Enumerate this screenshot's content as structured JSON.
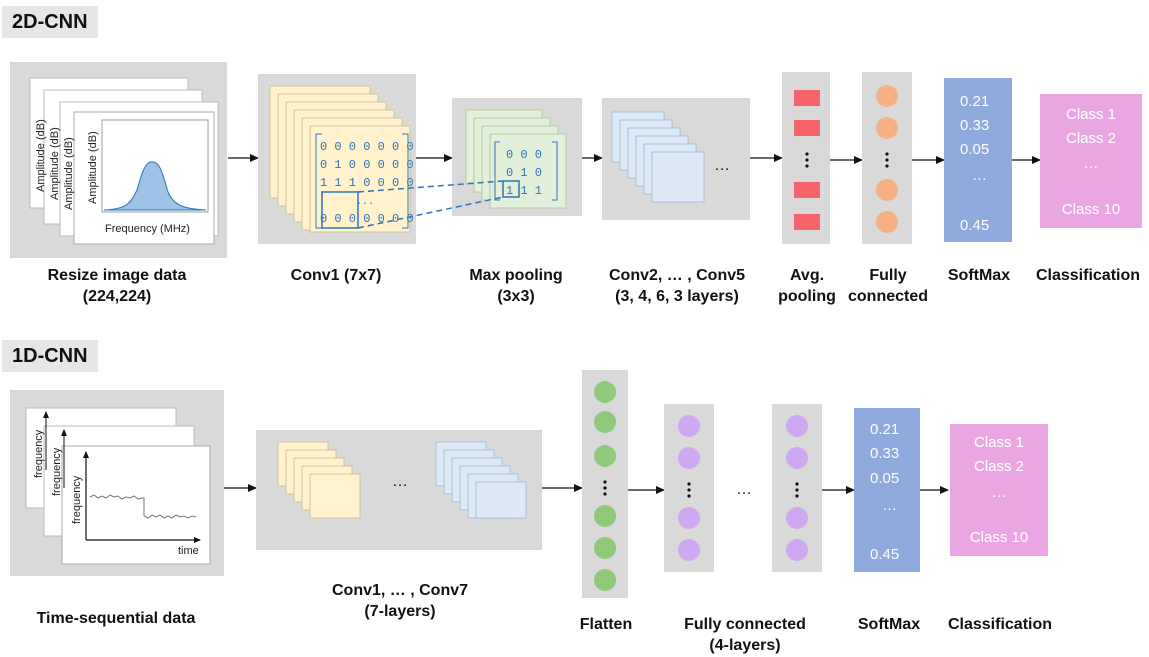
{
  "sections": {
    "top": {
      "tag": "2D-CNN"
    },
    "bottom": {
      "tag": "1D-CNN"
    }
  },
  "top_diagram": {
    "input": {
      "label_line1": "Resize image data",
      "label_line2": "(224,224)",
      "y_axis": "Amplitude (dB)",
      "x_axis": "Frequency (MHz)"
    },
    "conv1": {
      "label": "Conv1 (7x7)",
      "matrix": [
        "0 0 0 0 0 0 0",
        "0 1 0 0 0 0 0",
        "1 1 1 0 0 0 0",
        "...",
        "0 0 0 0 0 0 0"
      ]
    },
    "maxpool": {
      "label_line1": "Max pooling",
      "label_line2": "(3x3)",
      "matrix": [
        "0 0 0",
        "0 1 0",
        "1 1 1"
      ]
    },
    "conv2_5": {
      "label_line1": "Conv2, … , Conv5",
      "label_line2": "(3, 4, 6, 3 layers)",
      "ellipsis": "…"
    },
    "avgpool": {
      "label_line1": "Avg.",
      "label_line2": "pooling"
    },
    "fc": {
      "label_line1": "Fully",
      "label_line2": "connected"
    },
    "softmax": {
      "label": "SoftMax",
      "values": [
        "0.21",
        "0.33",
        "0.05",
        "…",
        "0.45"
      ]
    },
    "classification": {
      "label": "Classification",
      "classes": [
        "Class 1",
        "Class 2",
        "…",
        "Class 10"
      ]
    }
  },
  "bottom_diagram": {
    "input": {
      "label": "Time-sequential data",
      "y_axis": "frequency",
      "x_axis": "time"
    },
    "conv": {
      "label_line1": "Conv1, … , Conv7",
      "label_line2": "(7-layers)",
      "ellipsis": "…"
    },
    "flatten": {
      "label": "Flatten"
    },
    "fc": {
      "label_line1": "Fully connected",
      "label_line2": "(4-layers)",
      "ellipsis": "…"
    },
    "softmax": {
      "label": "SoftMax",
      "values": [
        "0.21",
        "0.33",
        "0.05",
        "…",
        "0.45"
      ]
    },
    "classification": {
      "label": "Classification",
      "classes": [
        "Class 1",
        "Class 2",
        "…",
        "Class 10"
      ]
    }
  },
  "colors": {
    "panel": "#d9d9d9",
    "yellow": "#fff2cc",
    "green": "#e2efda",
    "blue_light": "#dde9f6",
    "red": "#f4646a",
    "orange": "#f4b183",
    "green_node": "#8fc97a",
    "purple_node": "#cfa8f2",
    "softmax": "#8faadc",
    "class": "#e9a6e3",
    "matrix_blue": "#2e75b6"
  }
}
